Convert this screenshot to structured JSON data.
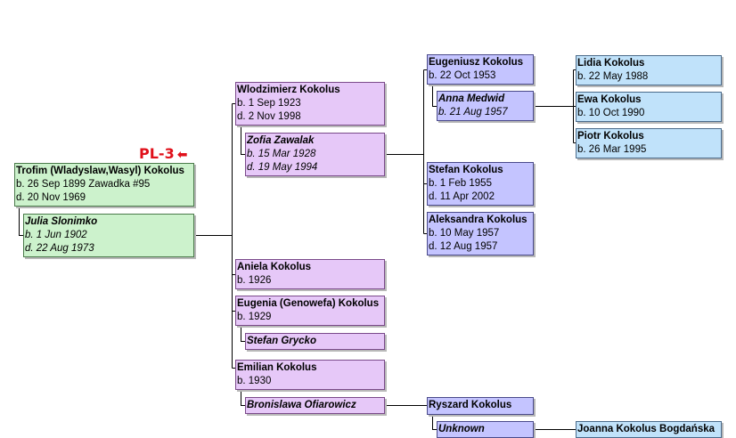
{
  "tag": {
    "label": "PL-3",
    "arrow": "⬅"
  },
  "g1": {
    "root": {
      "name": "Trofim (Wladyslaw,Wasyl) Kokolus",
      "line1": "b. 26 Sep 1899 Zawadka #95",
      "line2": "d. 20 Nov 1969"
    },
    "spouse": {
      "name": "Julia Slonimko",
      "line1": "b. 1 Jun 1902",
      "line2": "d. 22 Aug 1973"
    }
  },
  "g2": {
    "wlodzimierz": {
      "name": "Wlodzimierz Kokolus",
      "line1": "b. 1 Sep 1923",
      "line2": "d. 2 Nov 1998"
    },
    "zofia": {
      "name": "Zofia Zawalak",
      "line1": "b. 15 Mar 1928",
      "line2": "d. 19 May 1994"
    },
    "aniela": {
      "name": "Aniela Kokolus",
      "line1": "b. 1926"
    },
    "eugenia": {
      "name": "Eugenia (Genowefa) Kokolus",
      "line1": "b. 1929"
    },
    "stefan_g": {
      "name": "Stefan Grycko"
    },
    "emilian": {
      "name": "Emilian Kokolus",
      "line1": "b. 1930"
    },
    "bronislawa": {
      "name": "Bronislawa Ofiarowicz"
    }
  },
  "g3": {
    "eugeniusz": {
      "name": "Eugeniusz Kokolus",
      "line1": "b. 22 Oct 1953"
    },
    "anna": {
      "name": "Anna Medwid",
      "line1": "b. 21 Aug 1957"
    },
    "stefan": {
      "name": "Stefan Kokolus",
      "line1": "b. 1 Feb 1955",
      "line2": "d. 11 Apr 2002"
    },
    "aleksandra": {
      "name": "Aleksandra Kokolus",
      "line1": "b. 10 May 1957",
      "line2": "d. 12 Aug 1957"
    },
    "ryszard": {
      "name": "Ryszard Kokolus"
    },
    "unknown": {
      "name": "Unknown"
    }
  },
  "g4": {
    "lidia": {
      "name": "Lidia Kokolus",
      "line1": "b. 22 May 1988"
    },
    "ewa": {
      "name": "Ewa Kokolus",
      "line1": "b. 10 Oct 1990"
    },
    "piotr": {
      "name": "Piotr Kokolus",
      "line1": "b. 26 Mar 1995"
    },
    "joanna": {
      "name": "Joanna Kokolus Bogdańska"
    }
  }
}
